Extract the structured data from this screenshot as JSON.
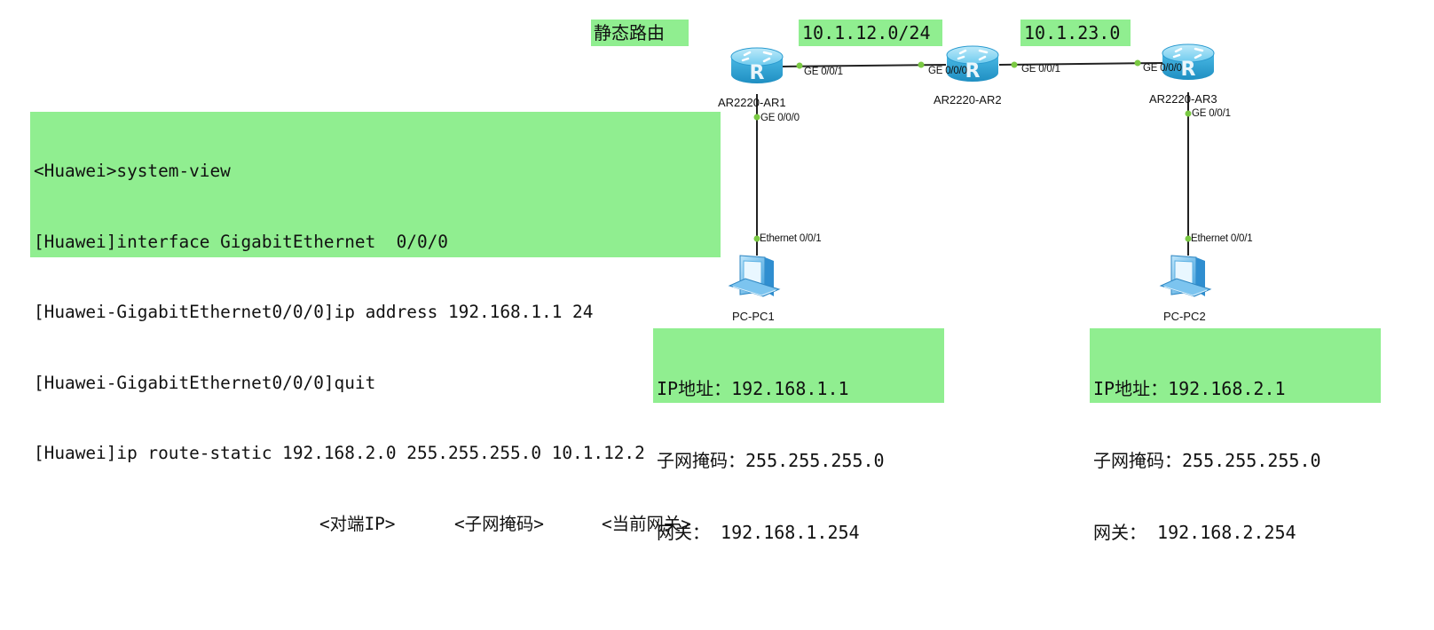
{
  "title": "静态路由",
  "networks": {
    "link_ar1_ar2": "10.1.12.0/24",
    "link_ar2_ar3": "10.1.23.0"
  },
  "routers": {
    "ar1": "AR2220-AR1",
    "ar2": "AR2220-AR2",
    "ar3": "AR2220-AR3"
  },
  "pcs": {
    "pc1": "PC-PC1",
    "pc2": "PC-PC2"
  },
  "ports": {
    "ar1_ge001": "GE 0/0/1",
    "ar1_ge000": "GE 0/0/0",
    "ar2_ge000": "GE 0/0/0",
    "ar2_ge001": "GE 0/0/1",
    "ar3_ge000": "GE 0/0/0",
    "ar3_ge001": "GE 0/0/1",
    "pc1_eth": "Ethernet 0/0/1",
    "pc2_eth": "Ethernet 0/0/1"
  },
  "cli": {
    "lines": [
      "<Huawei>system-view",
      "[Huawei]interface GigabitEthernet  0/0/0",
      "[Huawei-GigabitEthernet0/0/0]ip address 192.168.1.1 24",
      "[Huawei-GigabitEthernet0/0/0]quit",
      "[Huawei]ip route-static 192.168.2.0 255.255.255.0 10.1.12.2"
    ],
    "hints": {
      "peer_ip": "<对端IP>",
      "subnet_mask": "<子网掩码>",
      "gateway": "<当前网关>"
    }
  },
  "pc1_info": {
    "ip_key": "IP地址：",
    "ip_val": "192.168.1.1",
    "mask_key": "子网掩码：",
    "mask_val": "255.255.255.0",
    "gw_key": "网关：",
    "gw_val": " 192.168.1.254"
  },
  "pc2_info": {
    "ip_key": "IP地址：",
    "ip_val": "192.168.2.1",
    "mask_key": "子网掩码：",
    "mask_val": "255.255.255.0",
    "gw_key": "网关：",
    "gw_val": " 192.168.2.254"
  },
  "colors": {
    "note_bg": "#90ee90",
    "link": "#222222",
    "port_dot": "#7ac943",
    "router_body": "#3aaedb",
    "router_top": "#8fd8f2",
    "pc_body": "#58b4e8"
  },
  "icons": {
    "router": "router-icon",
    "pc": "desktop-pc-icon"
  }
}
